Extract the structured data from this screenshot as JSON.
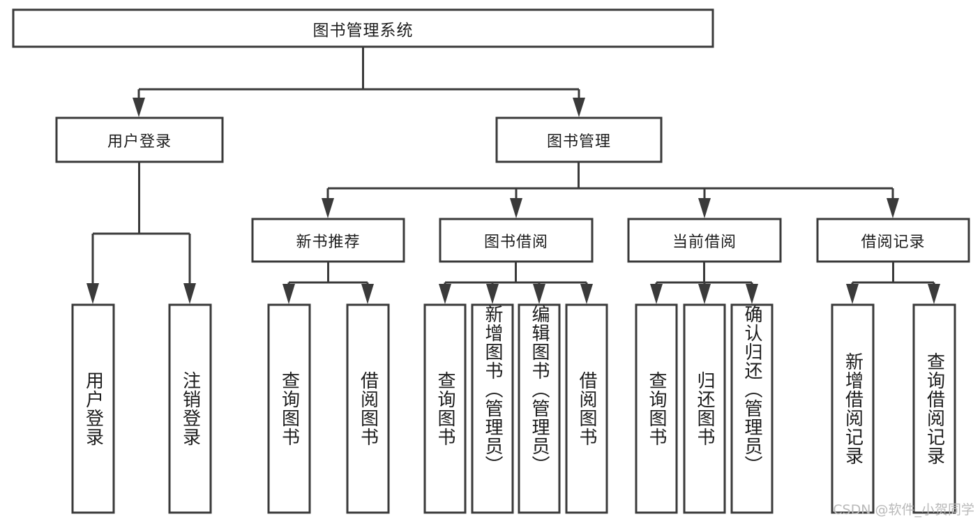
{
  "diagram": {
    "title": "图书管理系统",
    "type": "tree-hierarchy",
    "watermark": "CSDN @软件_小贺同学",
    "root": {
      "id": "root",
      "label": "图书管理系统",
      "orientation": "horizontal"
    },
    "level2": [
      {
        "id": "user-login",
        "label": "用户登录",
        "orientation": "horizontal"
      },
      {
        "id": "book-manage",
        "label": "图书管理",
        "orientation": "horizontal"
      }
    ],
    "level3": [
      {
        "id": "new-book-recommend",
        "label": "新书推荐",
        "orientation": "horizontal",
        "parent": "book-manage"
      },
      {
        "id": "book-borrow",
        "label": "图书借阅",
        "orientation": "horizontal",
        "parent": "book-manage"
      },
      {
        "id": "current-borrow",
        "label": "当前借阅",
        "orientation": "horizontal",
        "parent": "book-manage"
      },
      {
        "id": "borrow-record",
        "label": "借阅记录",
        "orientation": "horizontal",
        "parent": "book-manage"
      }
    ],
    "leaves": {
      "user-login": [
        {
          "id": "leaf-user-login",
          "label": "用户登录"
        },
        {
          "id": "leaf-logout-login",
          "label": "注销登录"
        }
      ],
      "new-book-recommend": [
        {
          "id": "leaf-query-book-1",
          "label": "查询图书"
        },
        {
          "id": "leaf-borrow-book-1",
          "label": "借阅图书"
        }
      ],
      "book-borrow": [
        {
          "id": "leaf-query-book-2",
          "label": "查询图书"
        },
        {
          "id": "leaf-add-book-admin",
          "label": "新增图书（管理员）"
        },
        {
          "id": "leaf-edit-book-admin",
          "label": "编辑图书（管理员）"
        },
        {
          "id": "leaf-borrow-book-2",
          "label": "借阅图书"
        }
      ],
      "current-borrow": [
        {
          "id": "leaf-query-book-3",
          "label": "查询图书"
        },
        {
          "id": "leaf-return-book",
          "label": "归还图书"
        },
        {
          "id": "leaf-confirm-return-admin",
          "label": "确认归还（管理员）"
        }
      ],
      "borrow-record": [
        {
          "id": "leaf-add-borrow-record",
          "label": "新增借阅记录"
        },
        {
          "id": "leaf-query-borrow-record",
          "label": "查询借阅记录"
        }
      ]
    },
    "colors": {
      "stroke": "#3a3a3a",
      "fill": "#ffffff",
      "text": "#1c1c1c",
      "watermark": "#b9b9b9"
    }
  }
}
